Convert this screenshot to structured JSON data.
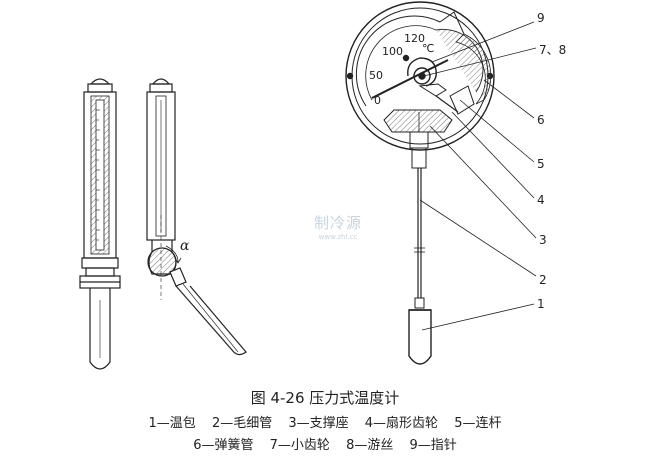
{
  "figure": {
    "title": "图 4-26    压力式温度计",
    "legend_line1": [
      "1—温包",
      "2—毛细管",
      "3—支撑座",
      "4—扇形齿轮",
      "5—连杆"
    ],
    "legend_line2": [
      "6—弹簧管",
      "7—小齿轮",
      "8—游丝",
      "9—指针"
    ]
  },
  "dial": {
    "scale_labels": [
      "0",
      "50",
      "100",
      "120"
    ],
    "unit": "℃"
  },
  "angle_label": "α",
  "callouts": [
    "9",
    "7、8",
    "6",
    "5",
    "4",
    "3",
    "2",
    "1"
  ],
  "watermark": {
    "main": "制冷源",
    "sub": "www.zhl.cc"
  }
}
